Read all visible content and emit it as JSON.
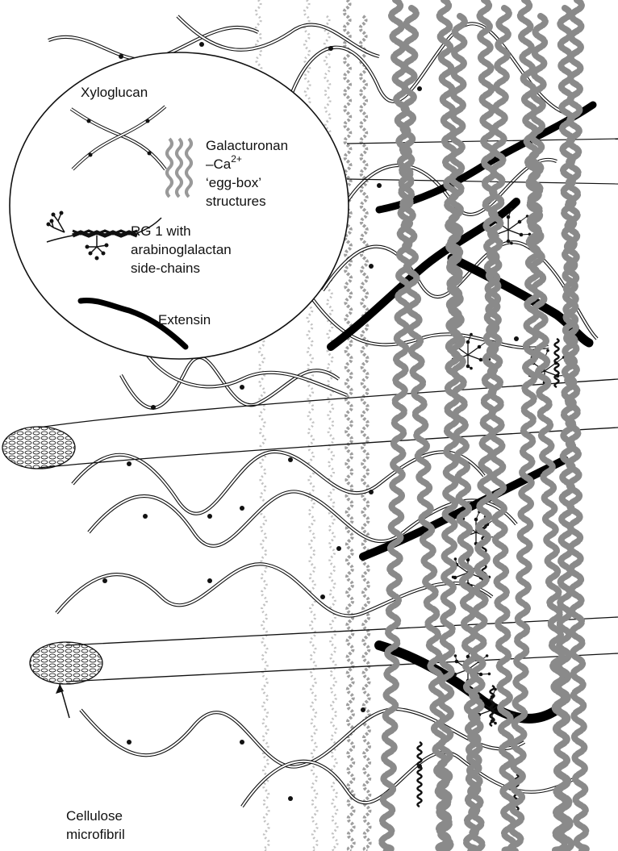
{
  "legend": {
    "xyloglucan": "Xyloglucan",
    "galacturonan_line1": "Galacturonan",
    "galacturonan_line2_prefix": "–Ca",
    "galacturonan_line2_sup": "2+",
    "galacturonan_line3": "‘egg-box’",
    "galacturonan_line4": "structures",
    "rg1_line1": "RG 1 with",
    "rg1_line2": "arabinoglalactan",
    "rg1_line3": "side-chains",
    "extensin": "Extensin"
  },
  "callout": {
    "line1": "Cellulose",
    "line2": "microfibril"
  },
  "colors": {
    "line": "#111111",
    "pectin_gray": "#8a8a8a",
    "pectin_light": "#b8b8b8",
    "extensin": "#000000"
  },
  "icons": {
    "arrow": "arrow-up-icon",
    "microfibril_end": "hatched-ellipse",
    "branch": "arabinogalactan-branch-icon"
  }
}
